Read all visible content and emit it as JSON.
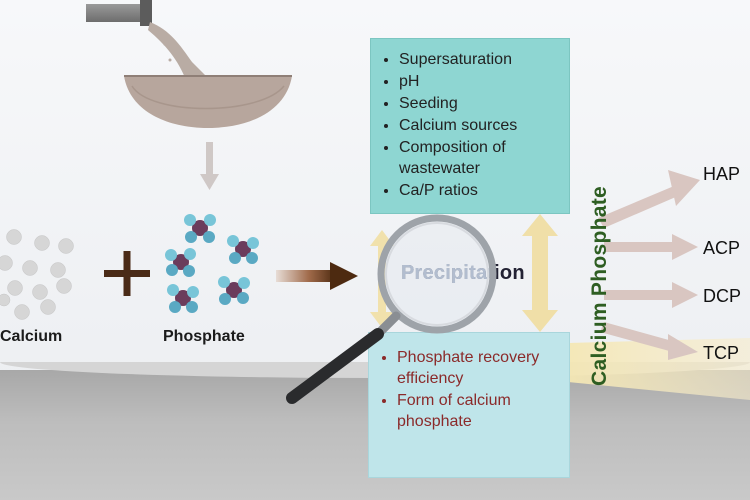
{
  "inputs": {
    "calcium_label": "Calcium",
    "phosphate_label": "Phosphate"
  },
  "factors": {
    "items": [
      "Supersaturation",
      "pH",
      "Seeding",
      "Calcium sources",
      "Composition of wastewater",
      "Ca/P ratios"
    ]
  },
  "process": {
    "label": "Precipitation"
  },
  "outcomes": {
    "items": [
      "Phosphate recovery efficiency",
      "Form of calcium phosphate"
    ]
  },
  "product_group": {
    "label": "Calcium Phosphate"
  },
  "products": [
    "HAP",
    "ACP",
    "DCP",
    "TCP"
  ],
  "colors": {
    "factors_box": "#8ed6d2",
    "outcomes_box": "#bfe5ea",
    "outcome_text": "#8b2a2a",
    "product_arrow": "#d8c4bf",
    "vertical_label": "#2e5e22",
    "double_arrow": "#f0dfa8"
  }
}
